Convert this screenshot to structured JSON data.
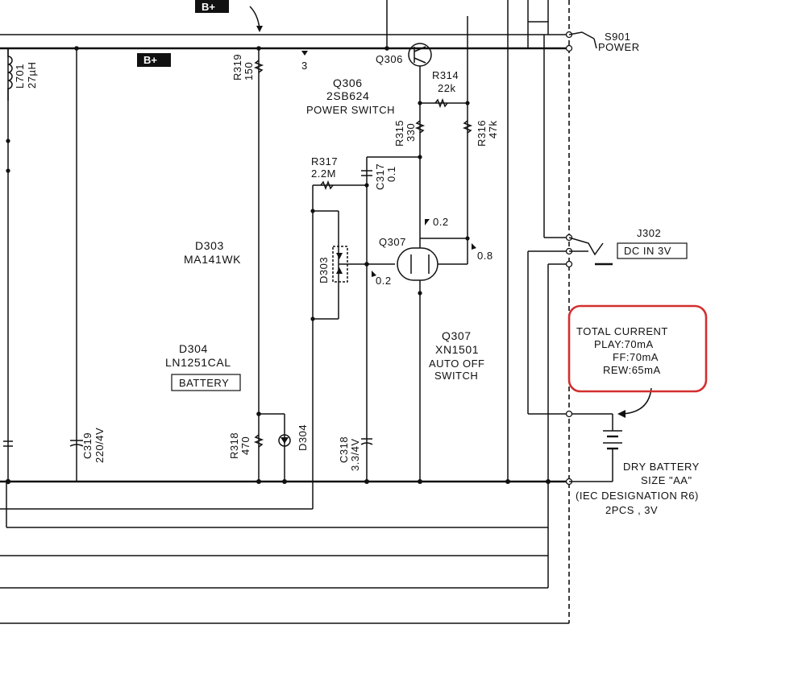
{
  "tags": {
    "bplus_top": "B+",
    "bplus_mid": "B+"
  },
  "net_3": "3",
  "l701": {
    "ref": "L701",
    "value": "27µH"
  },
  "r319": {
    "ref": "R319",
    "value": "150"
  },
  "q306": {
    "ref": "Q306",
    "ref2": "Q306",
    "part": "2SB624",
    "desc": "POWER SWITCH"
  },
  "r314": {
    "ref": "R314",
    "value": "22k"
  },
  "r315": {
    "ref": "R315",
    "value": "330"
  },
  "r316": {
    "ref": "R316",
    "value": "47k"
  },
  "r317": {
    "ref": "R317",
    "value": "2.2M"
  },
  "c317": {
    "ref": "C317",
    "value": "0.1"
  },
  "volt_q307_c": "0.2",
  "volt_q307_e": "0.8",
  "volt_q307_b": "0.2",
  "q307": {
    "ref": "Q307",
    "ref2": "Q307",
    "part": "XN1501",
    "desc1": "AUTO OFF",
    "desc2": "SWITCH"
  },
  "d303": {
    "ref": "D303",
    "ref2": "D303",
    "part": "MA141WK"
  },
  "d304": {
    "ref": "D304",
    "ref2": "D304",
    "part": "LN1251CAL",
    "badge": "BATTERY"
  },
  "r318": {
    "ref": "R318",
    "value": "470"
  },
  "c318": {
    "ref": "C318",
    "value": "3.3/4V"
  },
  "c319": {
    "ref": "C319",
    "value": "220/4V"
  },
  "s901": {
    "ref": "S901",
    "label": "POWER"
  },
  "j302": {
    "ref": "J302",
    "label": "DC IN 3V"
  },
  "current_box": {
    "title": "TOTAL CURRENT",
    "play": "PLAY:70mA",
    "ff": "FF:70mA",
    "rew": "REW:65mA"
  },
  "battery": {
    "line1": "DRY BATTERY",
    "line2": "SIZE \"AA\"",
    "line3": "(IEC DESIGNATION R6)",
    "line4": "2PCS , 3V"
  },
  "colors": {
    "highlight": "#d32f2f",
    "ink": "#111111"
  }
}
